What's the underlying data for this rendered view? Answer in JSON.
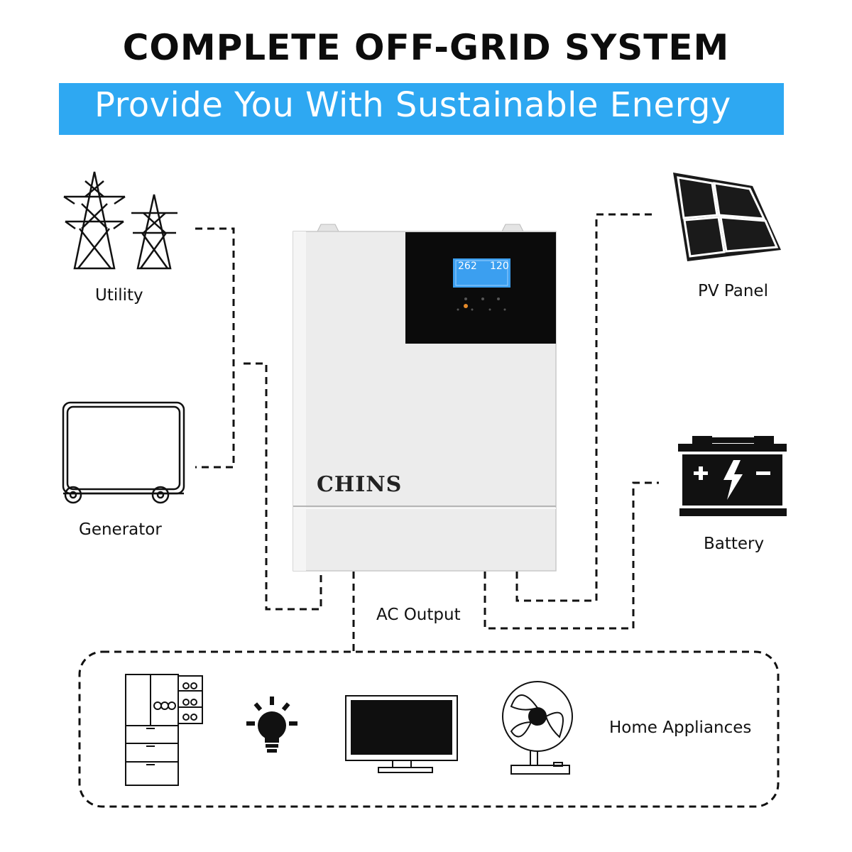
{
  "header": {
    "title": "COMPLETE OFF-GRID SYSTEM",
    "subtitle": "Provide You With Sustainable Energy"
  },
  "inverter": {
    "brand": "CHINS",
    "lcd_left": "262",
    "lcd_right": "120"
  },
  "labels": {
    "utility": "Utility",
    "generator": "Generator",
    "pv_panel": "PV Panel",
    "battery": "Battery",
    "ac_output": "AC Output",
    "home_appliances": "Home Appliances"
  },
  "colors": {
    "banner": "#2ea8f2",
    "inverter_body": "#ececec",
    "lcd": "#3b9ff0"
  },
  "icons": [
    "utility-tower-icon",
    "generator-icon",
    "solar-panel-icon",
    "battery-icon",
    "refrigerator-icon",
    "light-bulb-icon",
    "monitor-icon",
    "fan-icon"
  ]
}
